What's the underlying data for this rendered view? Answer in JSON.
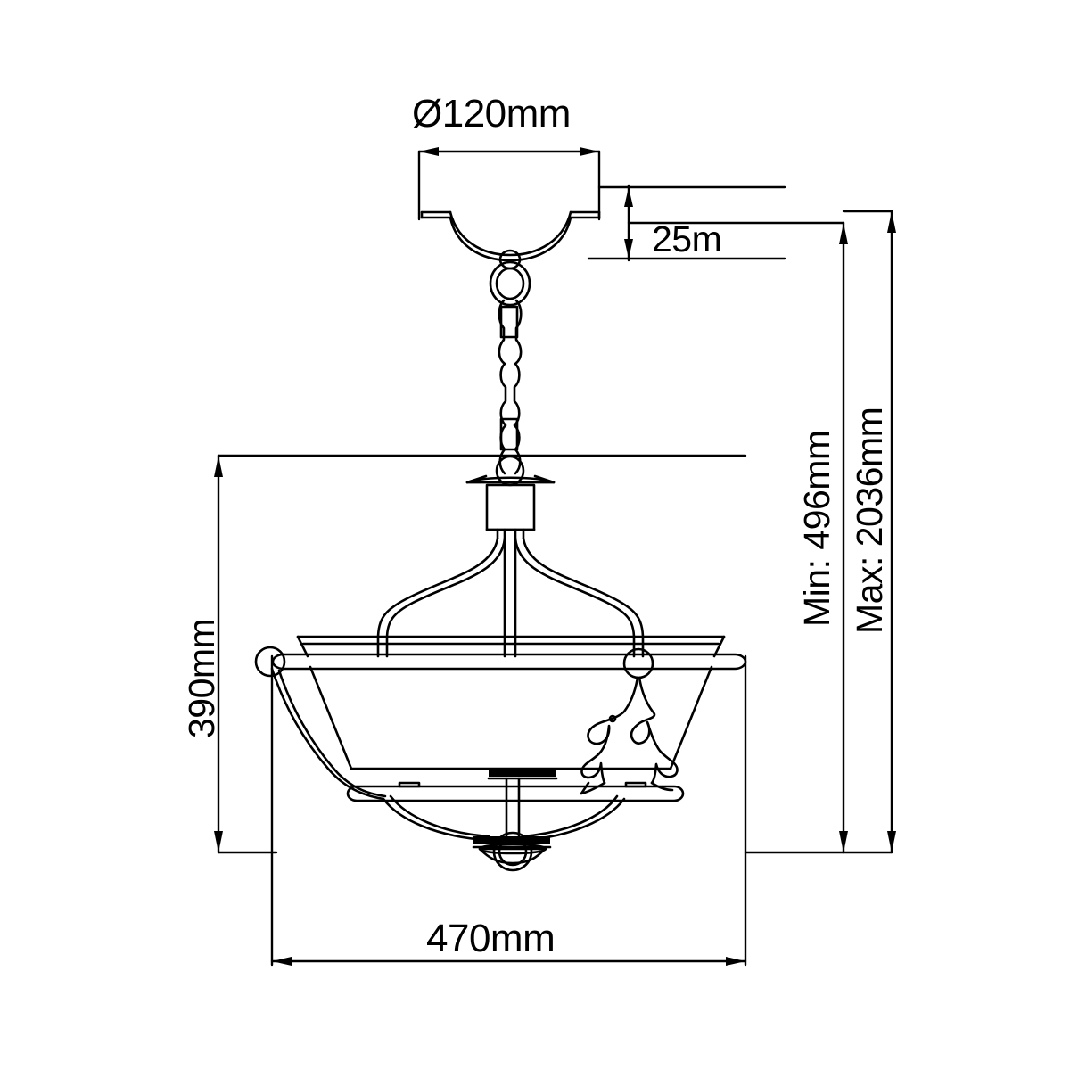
{
  "drawing": {
    "type": "technical-dimension-drawing",
    "subject": "semi-flush pendant ceiling light fixture",
    "units": "mm",
    "line_color": "#000000",
    "background_color": "#ffffff",
    "dimensions": {
      "canopy_diameter": "Ø120mm",
      "canopy_height": "25m",
      "shade_height": "390mm",
      "shade_width": "470mm",
      "min_drop": "Min: 496mm",
      "max_drop": "Max: 2036mm"
    },
    "parts": [
      {
        "name": "ceiling-canopy",
        "label": "ceiling canopy"
      },
      {
        "name": "hanging-loop",
        "label": "hanging loop"
      },
      {
        "name": "suspension-chain",
        "label": "suspension chain"
      },
      {
        "name": "chain-cover-plate",
        "label": "chain cover plate"
      },
      {
        "name": "central-body-block",
        "label": "central body block"
      },
      {
        "name": "curved-support-arms",
        "label": "curved support arms"
      },
      {
        "name": "shade-bowl",
        "label": "shade bowl"
      },
      {
        "name": "shade-rim-band",
        "label": "shade rim band"
      },
      {
        "name": "corner-ball-accents",
        "label": "corner ball accents"
      },
      {
        "name": "scroll-arms",
        "label": "decorative scroll arms"
      },
      {
        "name": "fleur-ornament",
        "label": "fleur-de-lis ornament"
      },
      {
        "name": "bottom-finial-ring",
        "label": "bottom finial ring"
      }
    ]
  }
}
